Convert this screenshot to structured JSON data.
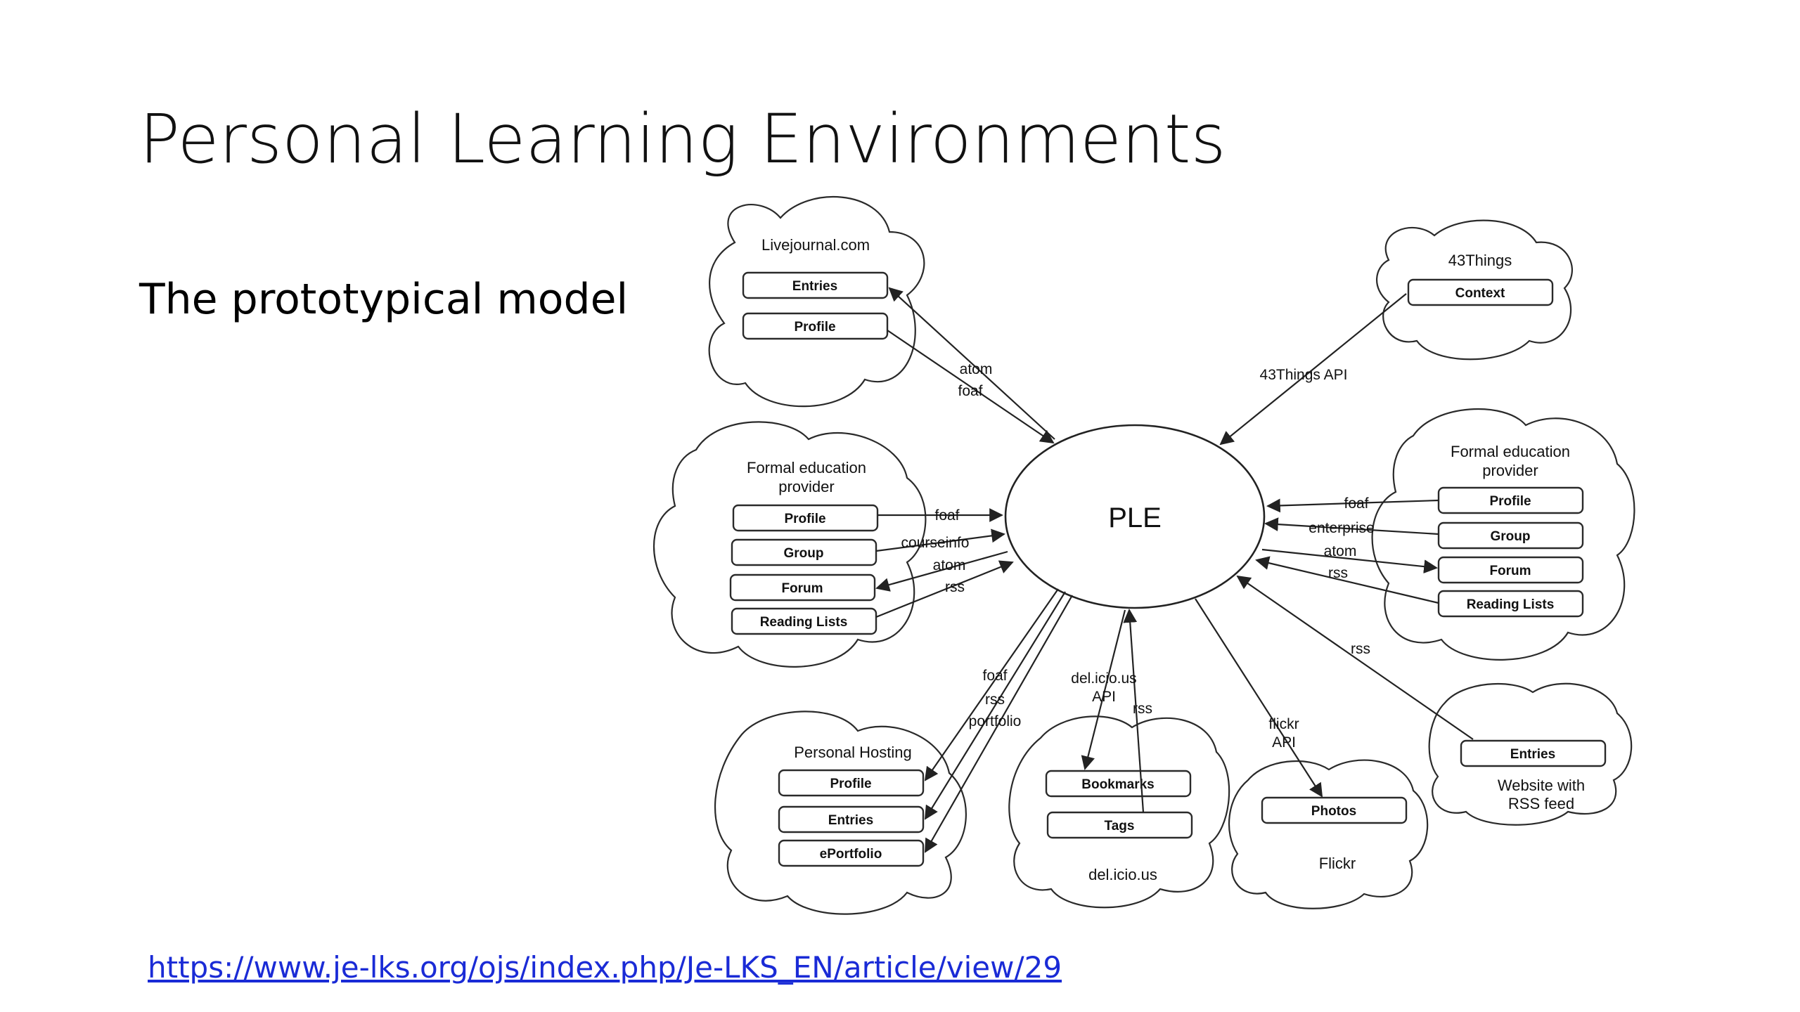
{
  "slide": {
    "title": "Personal Learning Environments",
    "subtitle": "The prototypical model",
    "link": "https://www.je-lks.org/ojs/index.php/Je-LKS_EN/article/view/29"
  },
  "diagram": {
    "center": "PLE",
    "clouds": {
      "livejournal": {
        "title": "Livejournal.com",
        "boxes": [
          "Entries",
          "Profile"
        ]
      },
      "things43": {
        "title": "43Things",
        "boxes": [
          "Context"
        ]
      },
      "formal_left": {
        "title_line1": "Formal education",
        "title_line2": "provider",
        "boxes": [
          "Profile",
          "Group",
          "Forum",
          "Reading Lists"
        ]
      },
      "formal_right": {
        "title_line1": "Formal education",
        "title_line2": "provider",
        "boxes": [
          "Profile",
          "Group",
          "Forum",
          "Reading Lists"
        ]
      },
      "hosting": {
        "title": "Personal Hosting",
        "boxes": [
          "Profile",
          "Entries",
          "ePortfolio"
        ]
      },
      "delicious": {
        "title": "del.icio.us",
        "boxes": [
          "Bookmarks",
          "Tags"
        ]
      },
      "flickr": {
        "title": "Flickr",
        "boxes": [
          "Photos"
        ]
      },
      "website": {
        "title_line1": "Website with",
        "title_line2": "RSS feed",
        "boxes": [
          "Entries"
        ]
      }
    },
    "edge_labels": {
      "lj_atom": "atom",
      "lj_foaf": "foaf",
      "things_api": "43Things API",
      "fl_foaf": "foaf",
      "fl_courseinfo": "courseinfo",
      "fl_atom": "atom",
      "fl_rss": "rss",
      "fr_foaf": "foaf",
      "fr_enterprise": "enterprise",
      "fr_atom": "atom",
      "fr_rss": "rss",
      "ph_foaf": "foaf",
      "ph_rss": "rss",
      "ph_portfolio": "portfolio",
      "del_api_line1": "del.icio.us",
      "del_api_line2": "API",
      "del_rss": "rss",
      "flickr_api_line1": "flickr",
      "flickr_api_line2": "API",
      "web_rss": "rss"
    }
  }
}
